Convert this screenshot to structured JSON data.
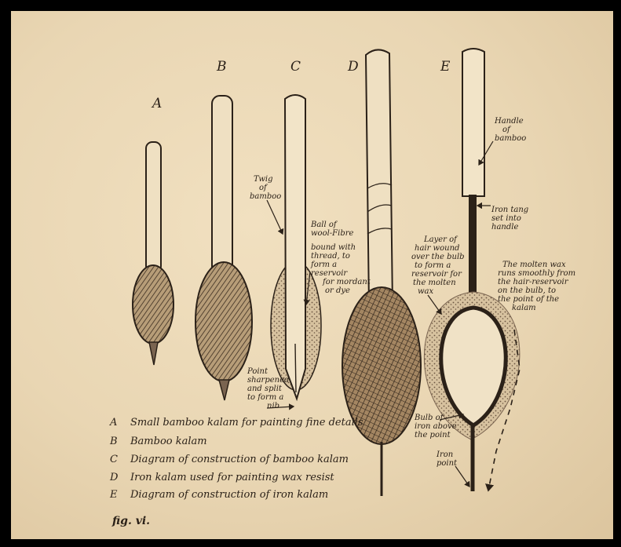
{
  "figure_label": "fig. vi.",
  "letters": {
    "a": "A",
    "b": "B",
    "c": "C",
    "d": "D",
    "e": "E"
  },
  "annotations": {
    "c_twig": [
      "Twig",
      "of",
      "bamboo"
    ],
    "c_ball": [
      "Ball of",
      "wool-Fibre",
      "bound with",
      "thread, to",
      "form a",
      "reservoir",
      "for mordant",
      "or dye"
    ],
    "c_point": [
      "Point",
      "sharpened",
      "and split",
      "to form a",
      "nib"
    ],
    "e_handle": [
      "Handle",
      "of",
      "bamboo"
    ],
    "e_iron_tang": [
      "Iron tang",
      "set into",
      "handle"
    ],
    "e_layer": [
      "Layer of",
      "hair wound",
      "over the bulb",
      "to form a",
      "reservoir for",
      "the molten",
      "wax"
    ],
    "e_molten": [
      "The molten wax",
      "runs smoothly from",
      "the hair-reservoir",
      "on the bulb, to",
      "the point of the",
      "kalam"
    ],
    "e_bulb": [
      "Bulb of",
      "iron above",
      "the point"
    ],
    "e_iron_point": [
      "Iron",
      "point"
    ]
  },
  "legend": [
    {
      "key": "A",
      "text": "Small bamboo kalam for painting fine details"
    },
    {
      "key": "B",
      "text": "Bamboo kalam"
    },
    {
      "key": "C",
      "text": "Diagram of construction of bamboo kalam"
    },
    {
      "key": "D",
      "text": "Iron kalam used for painting wax resist"
    },
    {
      "key": "E",
      "text": "Diagram of construction of iron kalam"
    }
  ]
}
